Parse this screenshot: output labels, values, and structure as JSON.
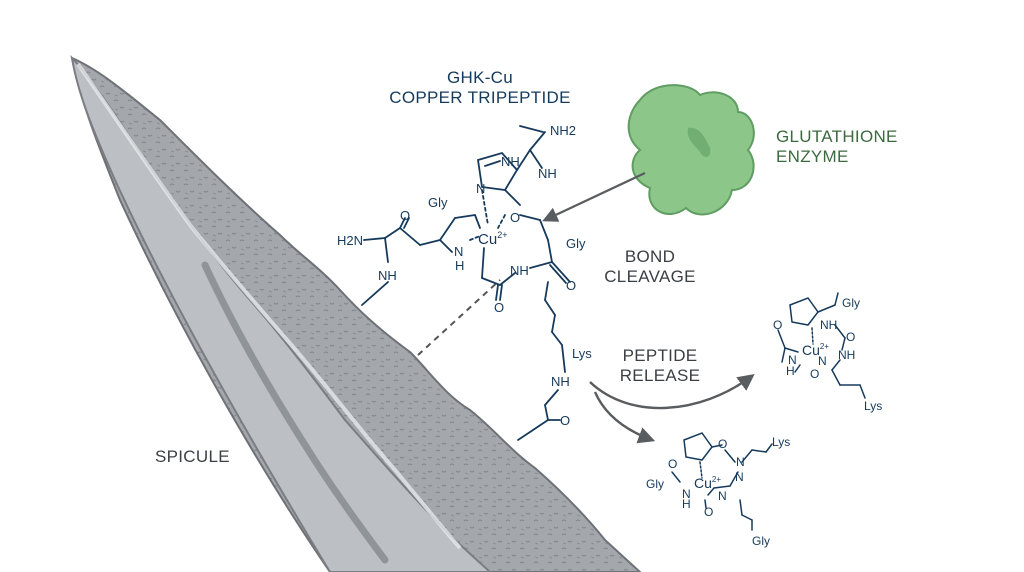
{
  "colors": {
    "molecule": "#163a5c",
    "enzyme_fill": "#8cc689",
    "enzyme_stroke": "#5f9d62",
    "spicule_core": "#b9bdc2",
    "spicule_crust": "#9a9ea3",
    "arrow": "#5a5d60"
  },
  "title": {
    "line1": "GHK-Cu",
    "line2": "COPPER TRIPEPTIDE"
  },
  "enzyme": {
    "line1": "GLUTATHIONE",
    "line2": "ENZYME"
  },
  "steps": {
    "cleavage_line1": "BOND",
    "cleavage_line2": "CLEAVAGE",
    "release_line1": "PEPTIDE",
    "release_line2": "RELEASE"
  },
  "spicule_label": "SPICULE",
  "bound_molecule": {
    "nh2_top": "NH2",
    "nh_ring": "NH",
    "n_ring": "N",
    "nh_chain": "NH",
    "gly_left": "Gly",
    "h2n": "H2N",
    "o_carbonyl": "O",
    "nh_link": "NH",
    "copper": "Cu",
    "copper_charge": "2+",
    "n_cu": "N",
    "h_cu": "H",
    "o_center": "O",
    "gly_right": "Gly",
    "nh_mid": "NH",
    "o_mid": "O",
    "o_right": "O",
    "lys": "Lys",
    "nh_lower": "NH",
    "o_lower": "O"
  },
  "released_1": {
    "gly": "Gly",
    "nh_a": "NH",
    "o_a": "O",
    "o_b": "O",
    "copper": "Cu",
    "copper_charge": "2+",
    "nh_b": "NH",
    "n_a": "N",
    "h_a": "H",
    "n_b": "N",
    "o_c": "O",
    "lys": "Lys"
  },
  "released_2": {
    "o_a": "O",
    "lys": "Lys",
    "n_a": "N",
    "o_b": "O",
    "copper": "Cu",
    "copper_charge": "2+",
    "n_b": "N",
    "gly_left": "Gly",
    "n_c": "N",
    "h_a": "H",
    "n_d": "N",
    "o_c": "O",
    "gly_bottom": "Gly"
  }
}
